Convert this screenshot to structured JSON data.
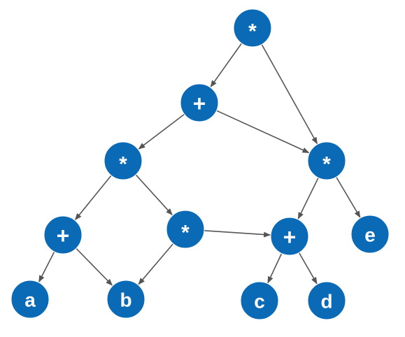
{
  "colors": {
    "node_fill": "#0a6ab6",
    "node_text": "#ffffff",
    "edge": "#555555"
  },
  "nodes": [
    {
      "id": "n_mul_top",
      "label": "*"
    },
    {
      "id": "n_add_1",
      "label": "+"
    },
    {
      "id": "n_mul_left",
      "label": "*"
    },
    {
      "id": "n_mul_right",
      "label": "*"
    },
    {
      "id": "n_add_left",
      "label": "+"
    },
    {
      "id": "n_mul_mid",
      "label": "*"
    },
    {
      "id": "n_add_right",
      "label": "+"
    },
    {
      "id": "n_e",
      "label": "e"
    },
    {
      "id": "n_a",
      "label": "a"
    },
    {
      "id": "n_b",
      "label": "b"
    },
    {
      "id": "n_c",
      "label": "c"
    },
    {
      "id": "n_d",
      "label": "d"
    }
  ],
  "edges": [
    {
      "from": "n_mul_top",
      "to": "n_add_1"
    },
    {
      "from": "n_mul_top",
      "to": "n_mul_right"
    },
    {
      "from": "n_add_1",
      "to": "n_mul_left"
    },
    {
      "from": "n_add_1",
      "to": "n_mul_right"
    },
    {
      "from": "n_mul_left",
      "to": "n_add_left"
    },
    {
      "from": "n_mul_left",
      "to": "n_mul_mid"
    },
    {
      "from": "n_mul_right",
      "to": "n_add_right"
    },
    {
      "from": "n_mul_right",
      "to": "n_e"
    },
    {
      "from": "n_add_left",
      "to": "n_a"
    },
    {
      "from": "n_add_left",
      "to": "n_b"
    },
    {
      "from": "n_mul_mid",
      "to": "n_b"
    },
    {
      "from": "n_mul_mid",
      "to": "n_add_right"
    },
    {
      "from": "n_add_right",
      "to": "n_c"
    },
    {
      "from": "n_add_right",
      "to": "n_d"
    }
  ]
}
